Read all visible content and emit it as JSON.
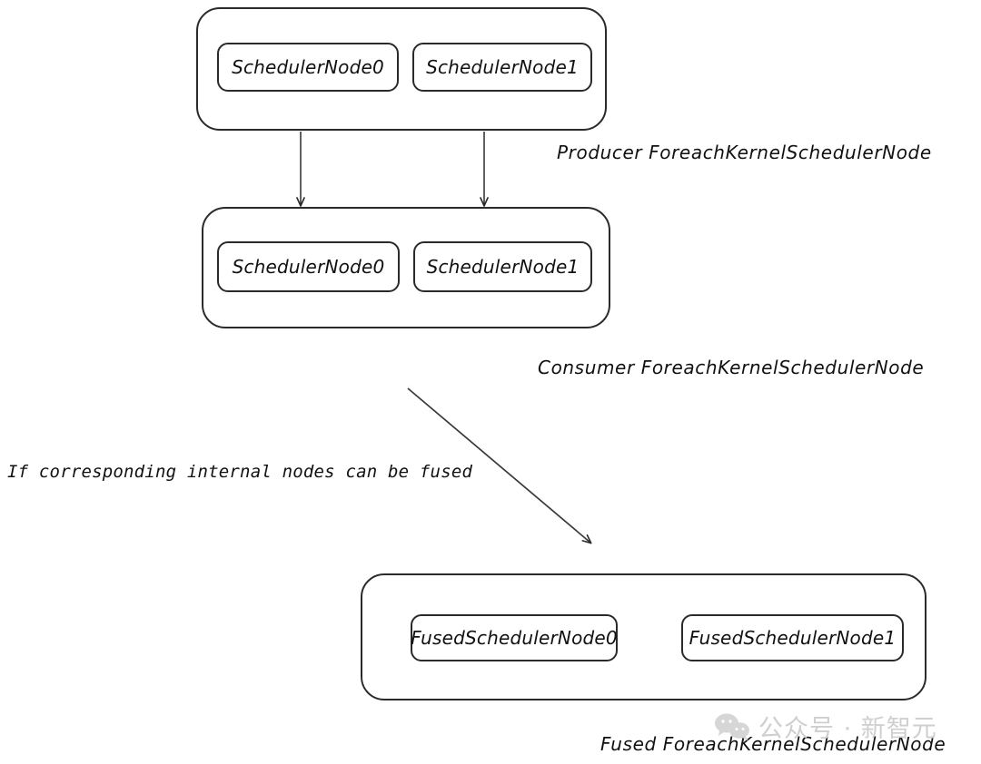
{
  "diagram": {
    "title_hidden": "",
    "producer_group": {
      "caption": "Producer ForeachKernelSchedulerNode",
      "nodes": [
        {
          "label": "SchedulerNode0"
        },
        {
          "label": "SchedulerNode1"
        }
      ]
    },
    "consumer_group": {
      "caption": "Consumer ForeachKernelSchedulerNode",
      "nodes": [
        {
          "label": "SchedulerNode0"
        },
        {
          "label": "SchedulerNode1"
        }
      ]
    },
    "fused_group": {
      "caption": "Fused ForeachKernelSchedulerNode",
      "nodes": [
        {
          "label": "FusedSchedulerNode0"
        },
        {
          "label": "FusedSchedulerNode1"
        }
      ]
    },
    "condition_annotation": "If corresponding internal nodes can be fused",
    "colors": {
      "stroke": "#2a2a2a",
      "text": "#111111",
      "background": "#ffffff",
      "watermark": "#cfcfcf"
    }
  },
  "watermark": {
    "text": "公众号 · 新智元",
    "icon": "wechat-logo"
  }
}
